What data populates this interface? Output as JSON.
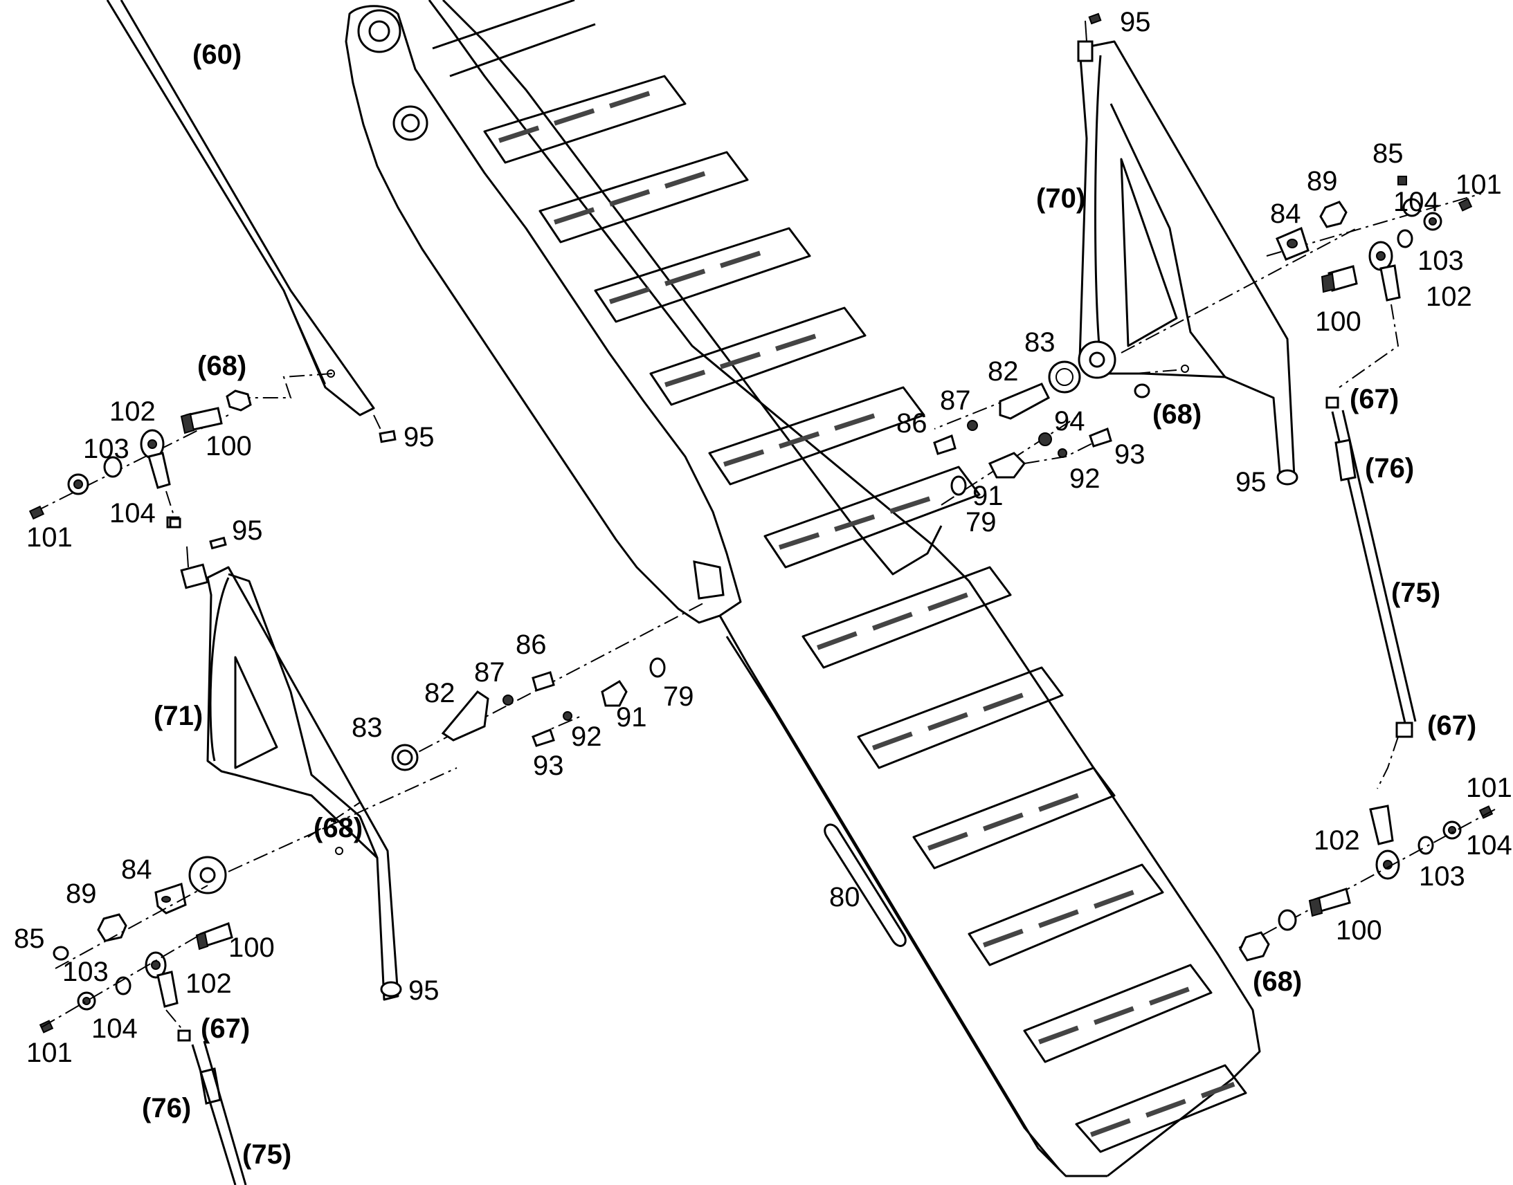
{
  "callouts": {
    "c60": "(60)",
    "c68a": "(68)",
    "c68b": "(68)",
    "c68c": "(68)",
    "c68d": "(68)",
    "c70": "(70)",
    "c71": "(71)",
    "c67a": "(67)",
    "c67b": "(67)",
    "c67c": "(67)",
    "c76a": "(76)",
    "c76b": "(76)",
    "c75a": "(75)",
    "c75b": "(75)",
    "n95a": "95",
    "n95b": "95",
    "n95c": "95",
    "n95d": "95",
    "n95e": "95",
    "n85a": "85",
    "n85b": "85",
    "n89a": "89",
    "n89b": "89",
    "n84a": "84",
    "n84b": "84",
    "n101a": "101",
    "n101b": "101",
    "n101c": "101",
    "n101d": "101",
    "n104a": "104",
    "n104b": "104",
    "n104c": "104",
    "n104d": "104",
    "n103a": "103",
    "n103b": "103",
    "n103c": "103",
    "n103d": "103",
    "n102a": "102",
    "n102b": "102",
    "n102c": "102",
    "n102d": "102",
    "n100a": "100",
    "n100b": "100",
    "n100c": "100",
    "n100d": "100",
    "n83a": "83",
    "n83b": "83",
    "n82a": "82",
    "n82b": "82",
    "n87a": "87",
    "n87b": "87",
    "n86a": "86",
    "n86b": "86",
    "n94": "94",
    "n93a": "93",
    "n93b": "93",
    "n92a": "92",
    "n92b": "92",
    "n91a": "91",
    "n91b": "91",
    "n79a": "79",
    "n79b": "79",
    "n80": "80"
  }
}
